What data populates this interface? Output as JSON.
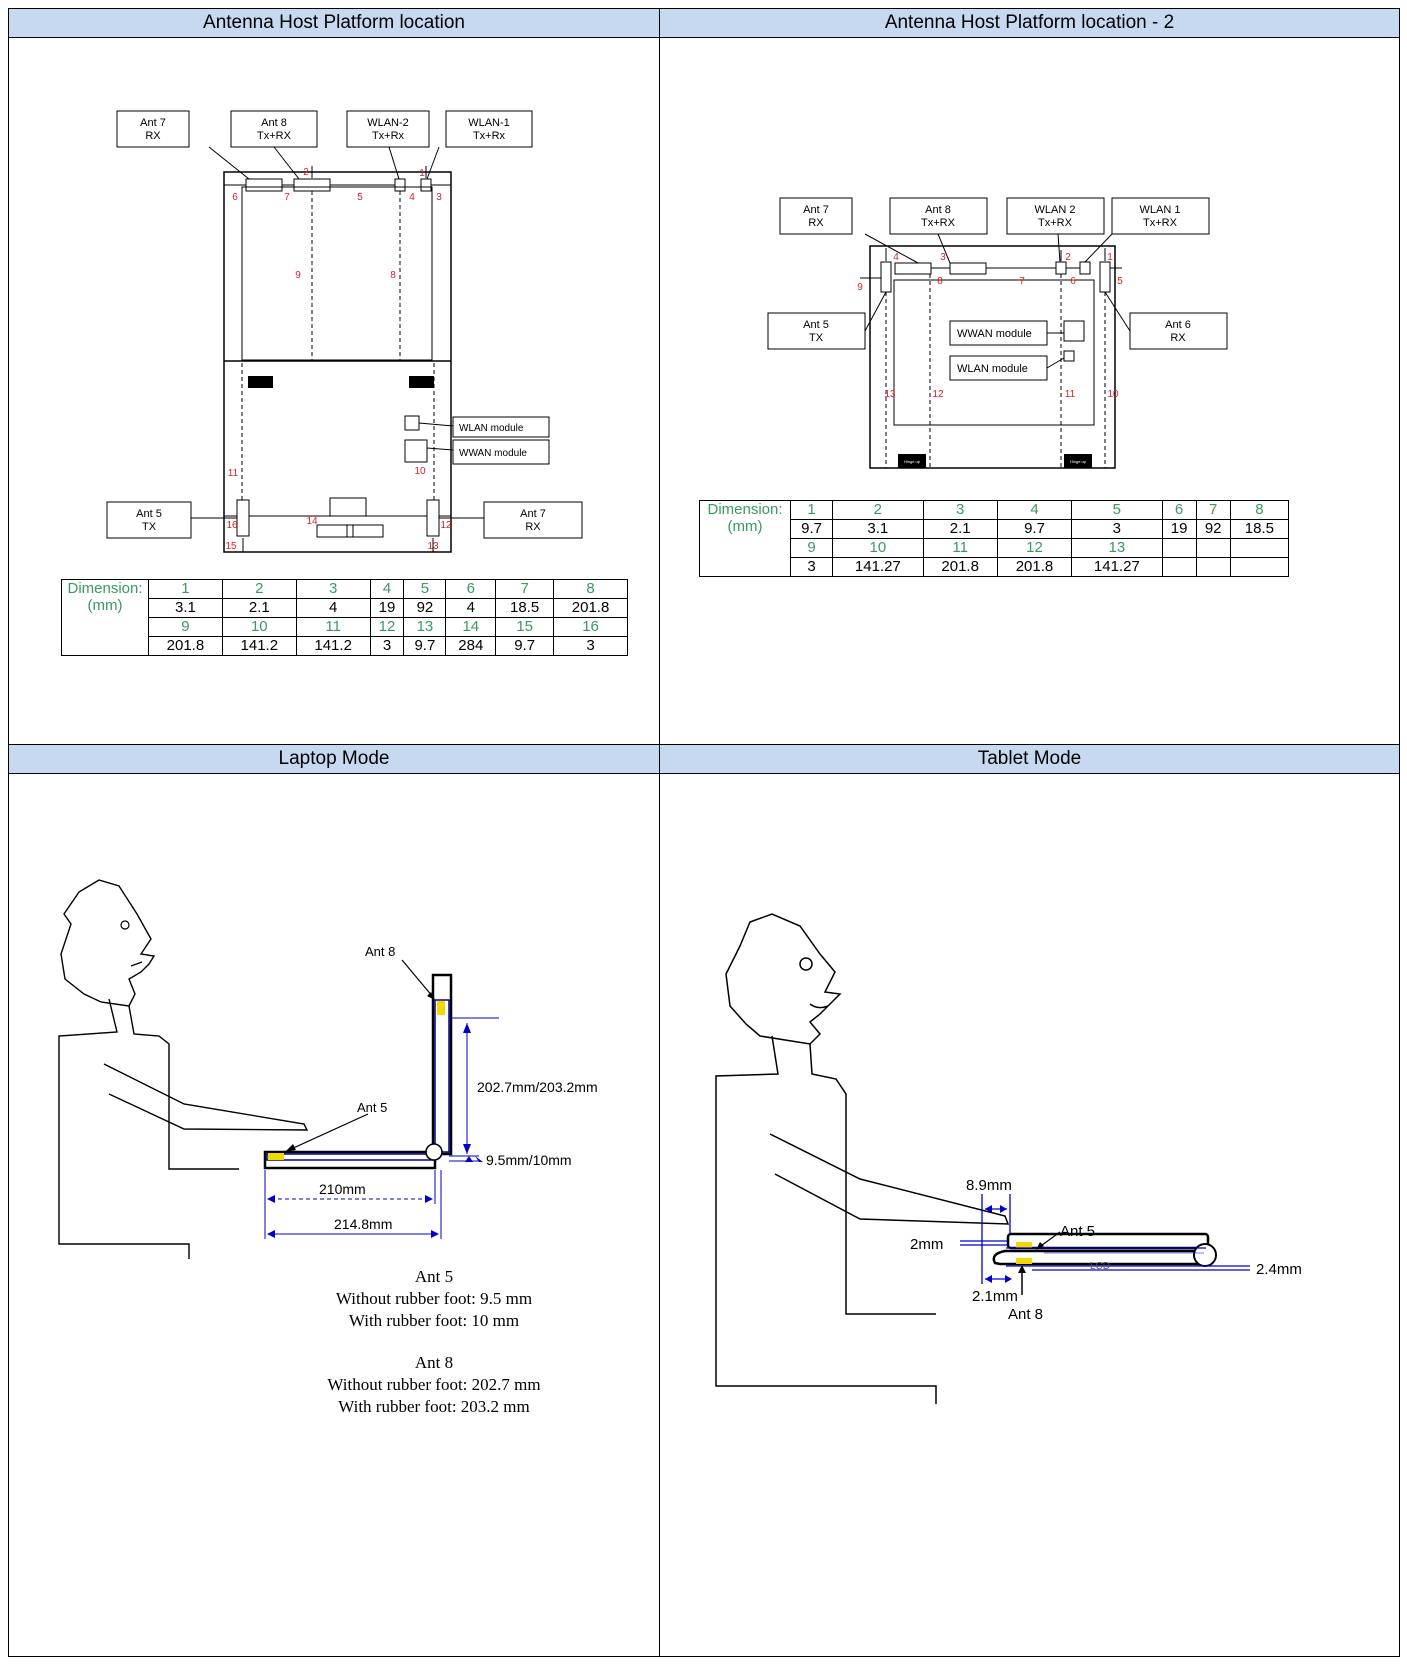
{
  "headers": {
    "tl": "Antenna Host Platform location",
    "tr": "Antenna Host Platform location - 2",
    "bl": "Laptop Mode",
    "br": "Tablet Mode"
  },
  "diagram1": {
    "ant7_top": "Ant 7",
    "ant7_top_sub": "RX",
    "ant8": "Ant 8",
    "ant8_sub": "Tx+RX",
    "wlan2": "WLAN-2",
    "wlan2_sub": "Tx+Rx",
    "wlan1": "WLAN-1",
    "wlan1_sub": "Tx+Rx",
    "ant5": "Ant 5",
    "ant5_sub": "TX",
    "ant7_bot": "Ant 7",
    "ant7_bot_sub": "RX",
    "wlan_module": "WLAN module",
    "wwan_module": "WWAN module",
    "nums": [
      "1",
      "2",
      "3",
      "4",
      "5",
      "6",
      "7",
      "8",
      "9",
      "10",
      "11",
      "12",
      "13",
      "14",
      "15",
      "16"
    ]
  },
  "table1": {
    "label1": "Dimension:",
    "label2": "(mm)",
    "head1": [
      "1",
      "2",
      "3",
      "4",
      "5",
      "6",
      "7",
      "8"
    ],
    "row1": [
      "3.1",
      "2.1",
      "4",
      "19",
      "92",
      "4",
      "18.5",
      "201.8"
    ],
    "head2": [
      "9",
      "10",
      "11",
      "12",
      "13",
      "14",
      "15",
      "16"
    ],
    "row2": [
      "201.8",
      "141.2",
      "141.2",
      "3",
      "9.7",
      "284",
      "9.7",
      "3"
    ]
  },
  "diagram2": {
    "ant7": "Ant 7",
    "ant7_sub": "RX",
    "ant8": "Ant 8",
    "ant8_sub": "Tx+RX",
    "wlan2": "WLAN 2",
    "wlan2_sub": "Tx+RX",
    "wlan1": "WLAN 1",
    "wlan1_sub": "Tx+RX",
    "ant5": "Ant 5",
    "ant5_sub": "TX",
    "ant6": "Ant 6",
    "ant6_sub": "RX",
    "wwan_module": "WWAN module",
    "wlan_module": "WLAN module",
    "hinge": "Hinge up",
    "nums": [
      "1",
      "2",
      "3",
      "4",
      "5",
      "6",
      "7",
      "8",
      "9",
      "10",
      "11",
      "12",
      "13"
    ]
  },
  "table2": {
    "label1": "Dimension:",
    "label2": "(mm)",
    "head1": [
      "1",
      "2",
      "3",
      "4",
      "5",
      "6",
      "7",
      "8"
    ],
    "row1": [
      "9.7",
      "3.1",
      "2.1",
      "9.7",
      "3",
      "19",
      "92",
      "18.5"
    ],
    "head2": [
      "9",
      "10",
      "11",
      "12",
      "13",
      "",
      "",
      ""
    ],
    "row2": [
      "3",
      "141.27",
      "201.8",
      "201.8",
      "141.27",
      "",
      "",
      ""
    ]
  },
  "laptop": {
    "ant8": "Ant 8",
    "ant5": "Ant 5",
    "dim_v": "202.7mm/203.2mm",
    "dim_h": "9.5mm/10mm",
    "dim_210": "210mm",
    "dim_214": "214.8mm",
    "notes": [
      "Ant 5",
      "Without rubber foot: 9.5 mm",
      "With rubber foot: 10 mm",
      "",
      "Ant 8",
      "Without rubber foot: 202.7 mm",
      "With rubber foot: 203.2 mm"
    ]
  },
  "tablet": {
    "dim_89": "8.9mm",
    "ant5": "Ant 5",
    "dim_2": "2mm",
    "lcd": "LCD",
    "dim_24": "2.4mm",
    "dim_21": "2.1mm",
    "ant8": "Ant 8"
  }
}
